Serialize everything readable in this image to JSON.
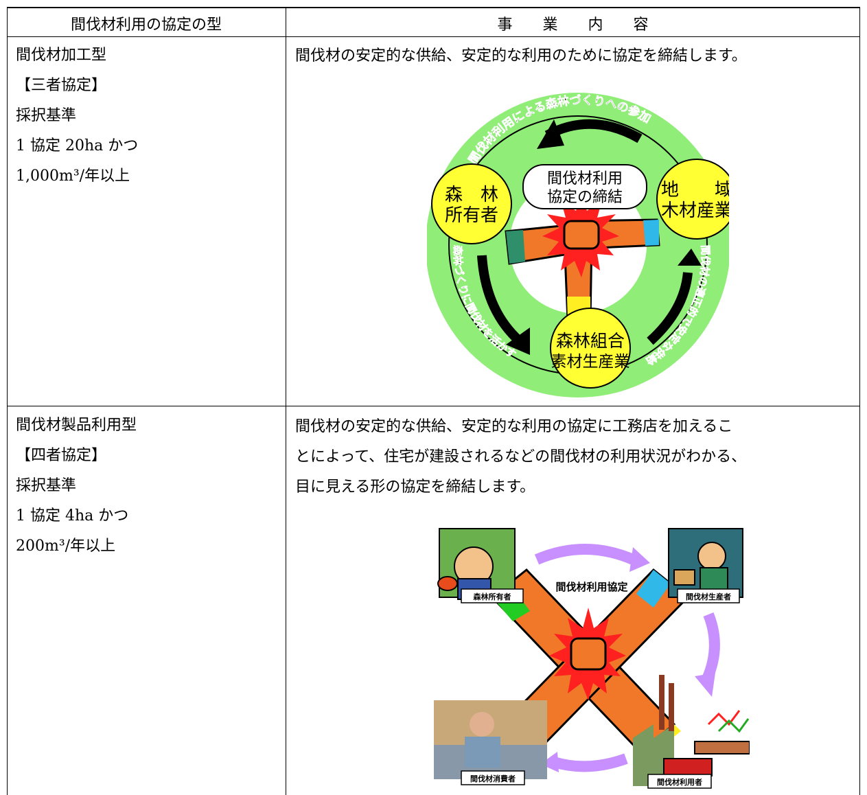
{
  "header": {
    "col1": "間伐材利用の協定の型",
    "col2": "事　　業　　内　　容"
  },
  "rows": [
    {
      "type_lines": [
        "間伐材加工型",
        "【三者協定】",
        "採択基準",
        "1 協定 20ha かつ",
        "1,000m³/年以上"
      ],
      "description": "間伐材の安定的な供給、安定的な利用のために協定を締結します。",
      "diagram": {
        "ring_text_top": "間伐材利用による森林づくりへの参加",
        "ring_text_left": "森林づくりに間伐材を活かす",
        "ring_text_right": "間伐材の適正的で安定な供給",
        "center_label_line1": "間伐材利用",
        "center_label_line2": "協定の締結",
        "node_left_line1": "森　林",
        "node_left_line2": "所有者",
        "node_right_line1": "地　　域",
        "node_right_line2": "木材産業",
        "node_bottom_line1": "森林組合",
        "node_bottom_line2": "素材生産業"
      }
    },
    {
      "type_lines": [
        "間伐材製品利用型",
        "【四者協定】",
        "採択基準",
        "1 協定 4ha かつ",
        "200m³/年以上"
      ],
      "description_lines": [
        "間伐材の安定的な供給、安定的な利用の協定に工務店を加えるこ",
        "とによって、住宅が建設されるなどの間伐材の利用状況がわかる、",
        "目に見える形の協定を締結します。"
      ],
      "diagram": {
        "center_label": "間伐材利用協定",
        "label_tl": "森林所有者",
        "label_tr": "間伐材生産者",
        "label_bl": "間伐材消費者",
        "label_br": "間伐材利用者"
      }
    }
  ],
  "colors": {
    "ring_green": "#90ee78",
    "node_yellow": "#ffff33",
    "arm_orange": "#f07828",
    "burst_red": "#ff2020",
    "arrow_purple": "#c890ff"
  }
}
